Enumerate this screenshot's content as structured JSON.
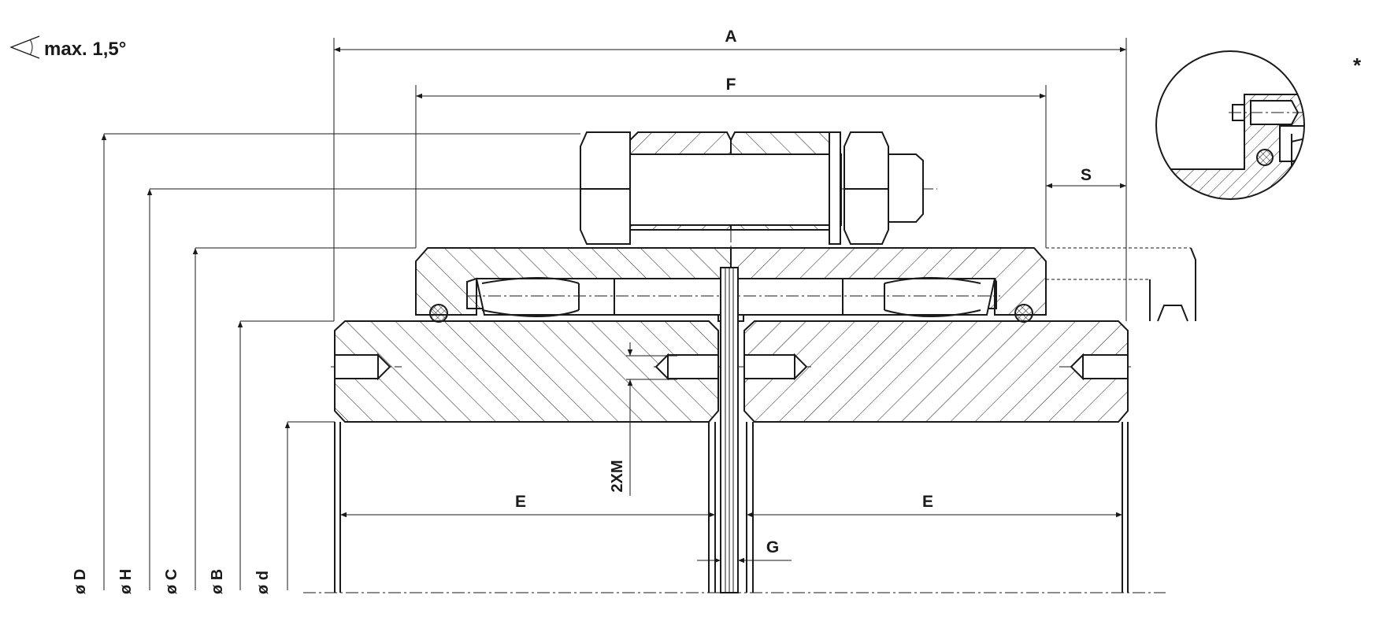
{
  "drawing": {
    "angle_note": "max. 1,5°",
    "detail_marker": "*",
    "dimensions": {
      "A": "A",
      "F": "F",
      "S": "S",
      "E_left": "E",
      "E_right": "E",
      "G": "G",
      "M": "2XM"
    },
    "diameters": [
      "ø D",
      "ø H",
      "ø C",
      "ø B",
      "ø d"
    ]
  }
}
